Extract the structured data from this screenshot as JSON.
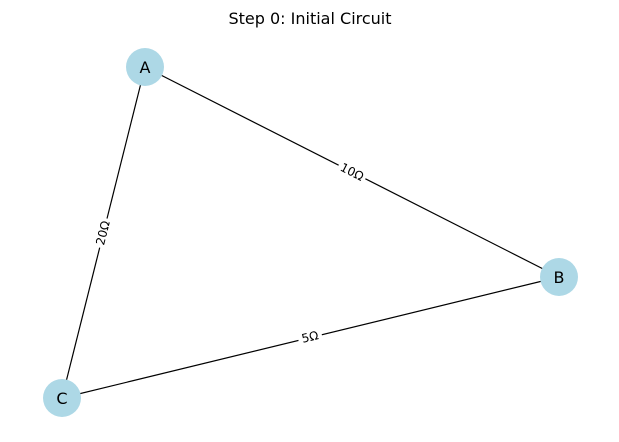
{
  "title": "Step 0: Initial Circuit",
  "colors": {
    "node_fill": "#add8e6",
    "edge": "#000000",
    "label_bg": "#ffffff"
  },
  "nodes": [
    {
      "id": "A",
      "label": "A"
    },
    {
      "id": "B",
      "label": "B"
    },
    {
      "id": "C",
      "label": "C"
    }
  ],
  "edges": [
    {
      "from": "A",
      "to": "B",
      "label": "10Ω"
    },
    {
      "from": "A",
      "to": "C",
      "label": "20Ω"
    },
    {
      "from": "B",
      "to": "C",
      "label": "5Ω"
    }
  ]
}
